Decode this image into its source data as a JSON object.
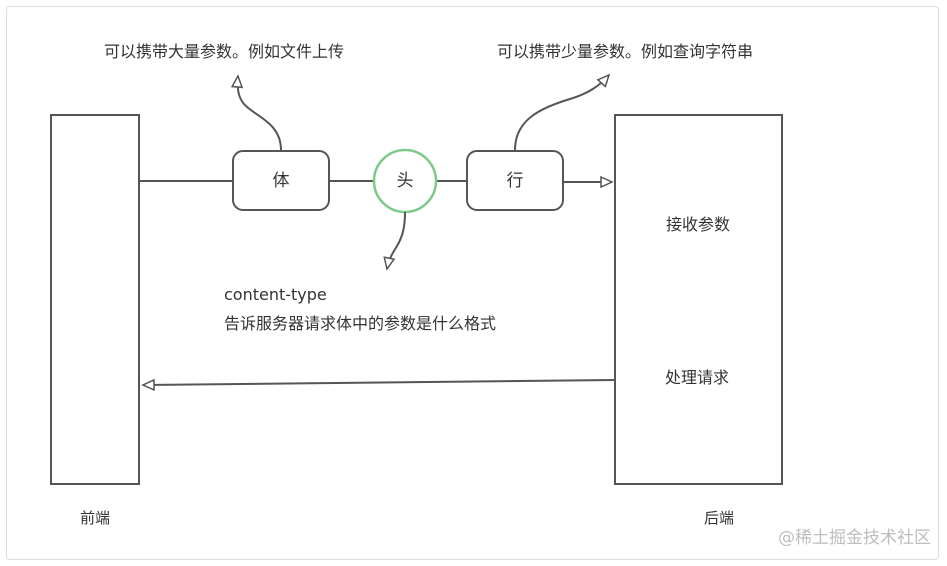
{
  "nodes": {
    "body": "体",
    "header": "头",
    "line": "行"
  },
  "annotations": {
    "body_note": "可以携带大量参数。例如文件上传",
    "line_note": "可以携带少量参数。例如查询字符串",
    "content_type": "content-type",
    "content_type_desc": "告诉服务器请求体中的参数是什么格式"
  },
  "backend": {
    "receive": "接收参数",
    "process": "处理请求",
    "label": "后端"
  },
  "frontend": {
    "label": "前端"
  },
  "watermark": "@稀土掘金技术社区",
  "colors": {
    "stroke": "#555555",
    "header_circle": "#7cc98a",
    "text": "#333333"
  }
}
